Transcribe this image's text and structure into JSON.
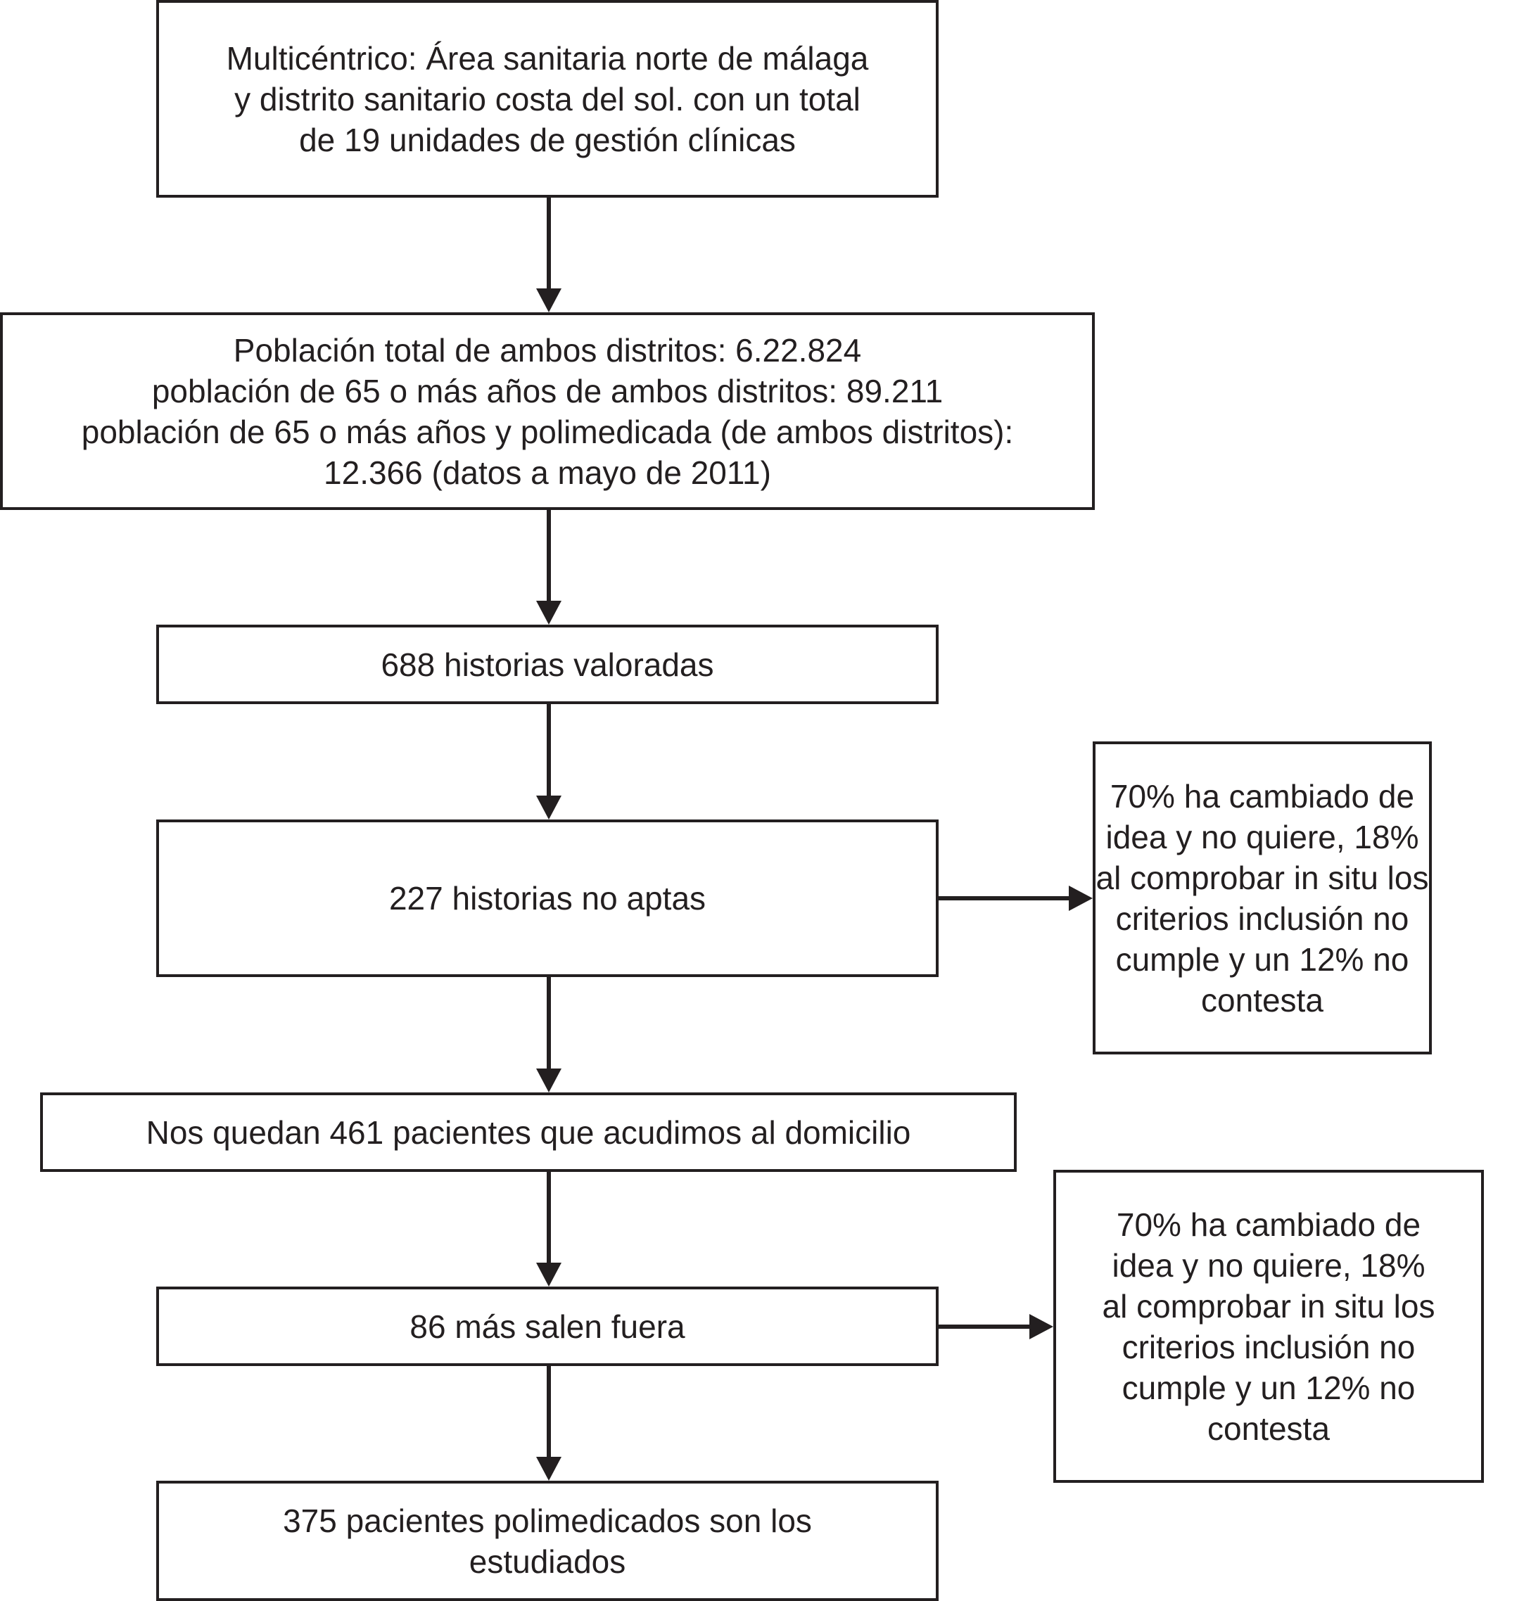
{
  "flowchart": {
    "boxes": {
      "multicenter": "Multicéntrico: Área sanitaria norte de málaga\ny distrito sanitario costa del sol. con un total\nde 19 unidades de gestión clínicas",
      "population": "Población total de ambos distritos: 6.22.824\npoblación de 65 o más años de ambos distritos: 89.211\npoblación de 65 o más años y polimedicada (de ambos distritos):\n12.366 (datos a mayo de 2011)",
      "histories_assessed": "688 historias valoradas",
      "histories_unfit": "227 historias no aptas",
      "remaining_patients": "Nos quedan 461 pacientes que acudimos al domicilio",
      "excluded_more": "86 más salen fuera",
      "studied_patients": "375 pacientes polimedicados son los\nestudiados"
    },
    "side_notes": {
      "unfit_reasons": "70% ha cambiado de\nidea y no quiere, 18%\nal comprobar in situ los\ncriterios inclusión no\ncumple y un 12% no\ncontesta",
      "excluded_reasons": "70% ha cambiado de\nidea y no quiere, 18%\nal comprobar in situ los\ncriterios inclusión no\ncumple y un 12% no\ncontesta"
    }
  },
  "colors": {
    "line": "#231f20",
    "background": "#ffffff"
  }
}
